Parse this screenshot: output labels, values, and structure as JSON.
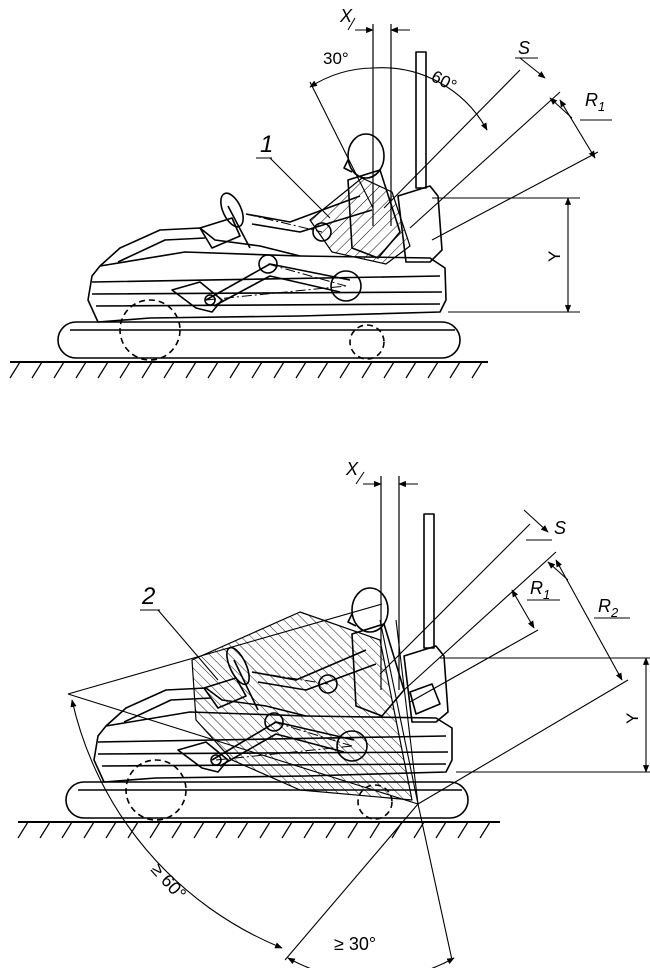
{
  "figure": {
    "top": {
      "dim_x": "X",
      "dim_y": "Y",
      "angle_back": "30°",
      "angle_front": "60°",
      "dim_s": "S",
      "dim_r1_main": "R",
      "dim_r1_sub": "1",
      "callout": "1"
    },
    "bottom": {
      "dim_x": "X",
      "dim_y": "Y",
      "dim_s": "S",
      "dim_r1_main": "R",
      "dim_r1_sub": "1",
      "dim_r2_main": "R",
      "dim_r2_sub": "2",
      "callout": "2",
      "angle_front": "≥ 60°",
      "angle_bottom": "≥ 30°"
    }
  },
  "colors": {
    "ink": "#000000",
    "background": "#ffffff"
  }
}
